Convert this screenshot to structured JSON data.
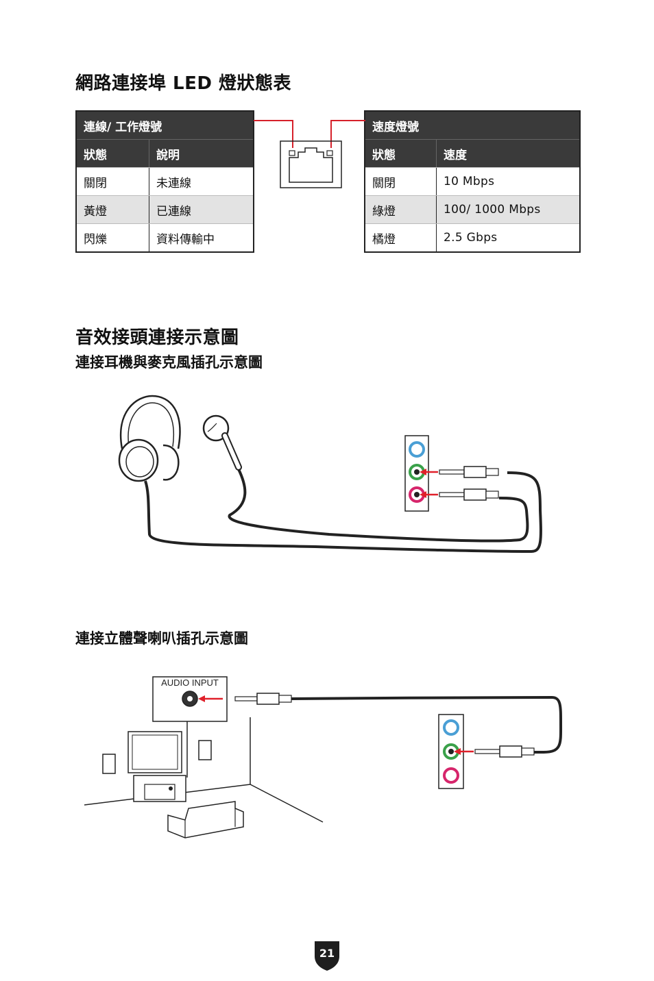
{
  "network_section": {
    "title": "網路連接埠 LED 燈狀態表",
    "link_table": {
      "title": "連線/ 工作燈號",
      "headers": [
        "狀態",
        "說明"
      ],
      "rows": [
        [
          "關閉",
          "未連線"
        ],
        [
          "黃燈",
          "已連線"
        ],
        [
          "閃爍",
          "資料傳輸中"
        ]
      ]
    },
    "speed_table": {
      "title": "速度燈號",
      "headers": [
        "狀態",
        "速度"
      ],
      "rows": [
        [
          "關閉",
          "10 Mbps"
        ],
        [
          "綠燈",
          "100/ 1000 Mbps"
        ],
        [
          "橘燈",
          "2.5 Gbps"
        ]
      ]
    }
  },
  "audio_section": {
    "title": "音效接頭連接示意圖",
    "headphone_subtitle": "連接耳機與麥克風插孔示意圖",
    "speaker_subtitle": "連接立體聲喇叭插孔示意圖",
    "audio_input_label": "AUDIO INPUT"
  },
  "colors": {
    "jack_blue": "#4a9fd5",
    "jack_green": "#3aa14a",
    "jack_pink": "#d6256b",
    "arrow_red": "#e0202a",
    "table_header": "#3a3a3a"
  },
  "page": {
    "number": "21"
  }
}
